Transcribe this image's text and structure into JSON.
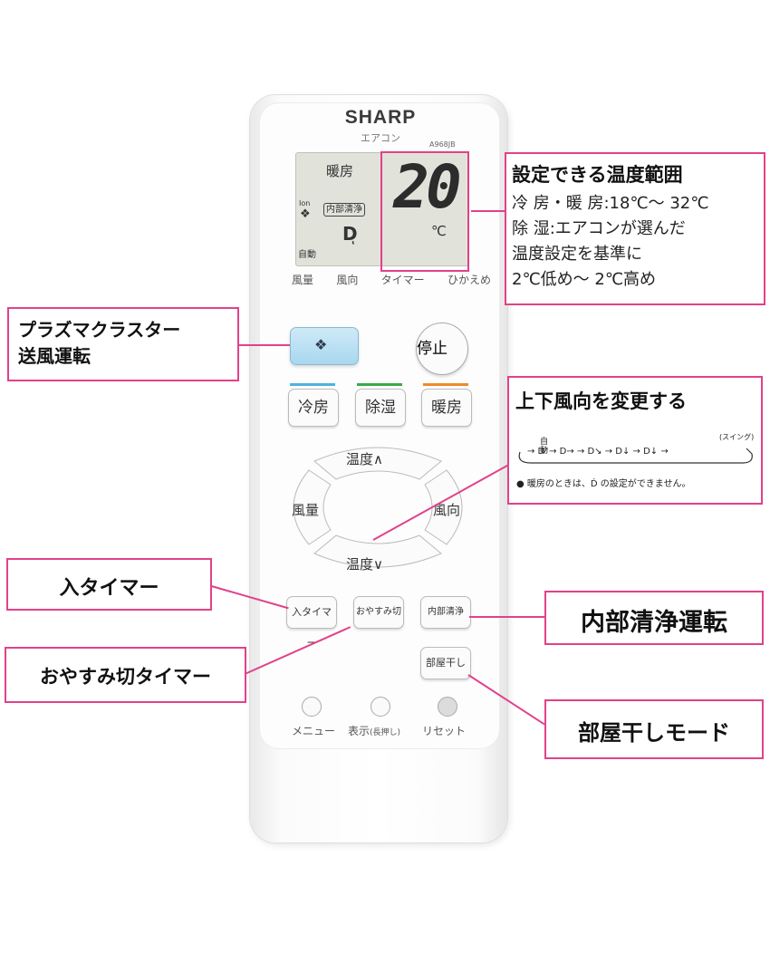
{
  "remote": {
    "brand": "SHARP",
    "subtitle": "エアコン",
    "model": "A968JB",
    "lcd": {
      "mode": "暖房",
      "ion_label": "Ion",
      "clean_label": "内部清浄",
      "direction_glyph": "Dͅ",
      "auto_label": "自動",
      "temperature": "20",
      "unit": "℃",
      "labels": [
        "風量",
        "風向",
        "タイマー",
        "ひかえめ"
      ]
    },
    "buttons": {
      "stop": "停止",
      "cool": "冷房",
      "dry": "除湿",
      "heat": "暖房",
      "temp_up": "温度∧",
      "temp_down": "温度∨",
      "fan": "風量",
      "direction": "風向",
      "timer_on": "入タイマー",
      "timer_sleep": "おやすみ切",
      "inner_clean": "内部清浄",
      "room_dry": "部屋干し",
      "menu": "メニュー",
      "display": "表示",
      "display_note": "(長押し)",
      "reset": "リセット"
    },
    "colors": {
      "cool": "#4fb3e0",
      "dry": "#3aaa4b",
      "heat": "#f08a2a",
      "accent": "#e2418a"
    }
  },
  "callouts": {
    "temp_range": {
      "title": "設定できる温度範囲",
      "lines": [
        "冷 房・暖 房:18℃～ 32℃",
        "除 湿:エアコンが選んだ",
        "温度設定を基準に",
        "2℃低め～ 2℃高め"
      ]
    },
    "plasma": {
      "lines": [
        "プラズマクラスター",
        "送風運転"
      ]
    },
    "vertical_dir": {
      "title": "上下風向を変更する",
      "auto": "自動",
      "swing": "(スイング)",
      "note": "● 暖房のときは、D́ の設定ができません。"
    },
    "timer_on": "入タイマー",
    "inner_clean": "内部清浄運転",
    "sleep_timer": "おやすみ切タイマー",
    "room_dry": "部屋干しモード"
  }
}
